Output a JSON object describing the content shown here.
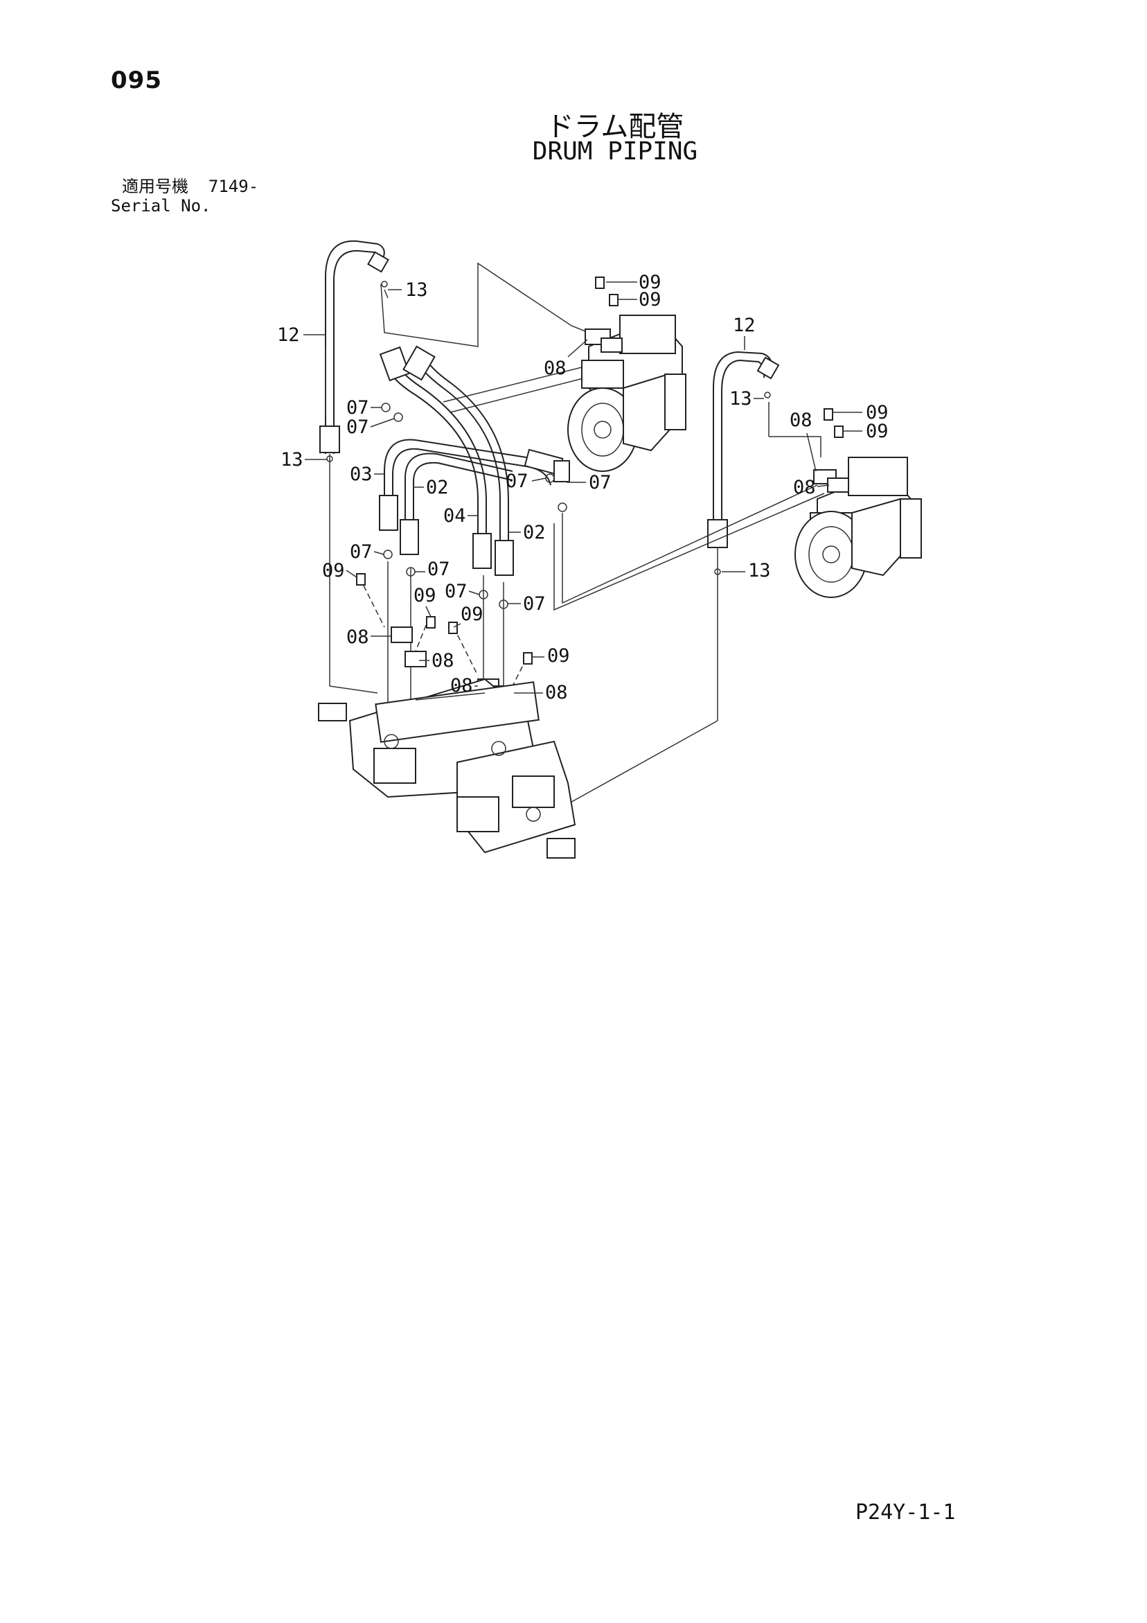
{
  "header": {
    "page_number": "095",
    "title_jp": "ドラム配管",
    "title_en": "DRUM PIPING"
  },
  "serial": {
    "label_jp": "適用号機",
    "value": "7149-",
    "label_en": "Serial No."
  },
  "callouts": {
    "c12_left": "12",
    "c13_top": "13",
    "c09_a": "09",
    "c09_b": "09",
    "c08_top": "08",
    "c12_right": "12",
    "c13_right": "13",
    "c08_right_a": "08",
    "c08_right_b": "08",
    "c09_right_a": "09",
    "c09_right_b": "09",
    "c07_a": "07",
    "c07_b": "07",
    "c13_left": "13",
    "c03": "03",
    "c02_a": "02",
    "c07_c": "07",
    "c07_d": "07",
    "c04": "04",
    "c02_b": "02",
    "c07_e": "07",
    "c07_f": "07",
    "c09_c": "09",
    "c07_g": "07",
    "c07_h": "07",
    "c13_bottom": "13",
    "c09_d": "09",
    "c09_e": "09",
    "c08_a": "08",
    "c08_b": "08",
    "c09_f": "09",
    "c08_c": "08",
    "c08_d": "08"
  },
  "footer": {
    "page_code": "P24Y-1-1"
  }
}
